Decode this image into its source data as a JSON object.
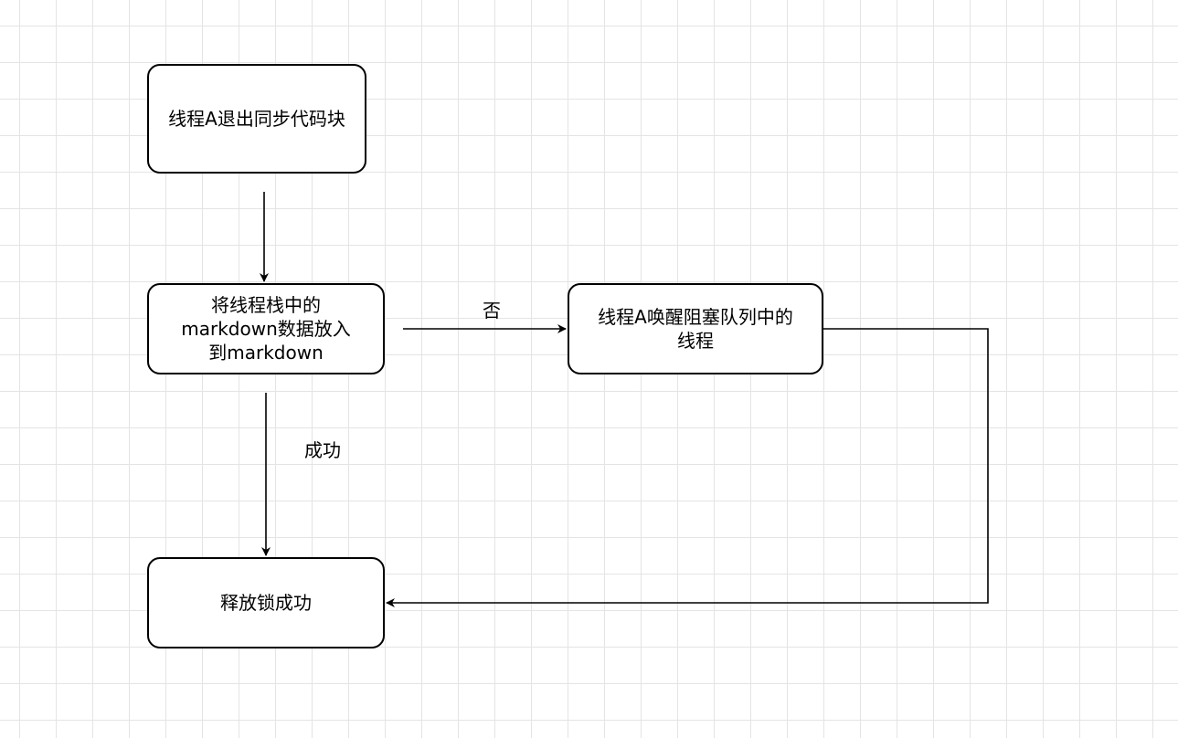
{
  "colors": {
    "stroke": "#000000",
    "grid": "#e4e4e4",
    "background": "#ffffff"
  },
  "nodes": {
    "exit_sync": "线程A退出同步代码块",
    "store_md": "将线程栈中的\nmarkdown数据放入\n到markdown",
    "wake_queue": "线程A唤醒阻塞队列中的\n线程",
    "release_ok": "释放锁成功"
  },
  "edges": {
    "no_label": "否",
    "success_label": "成功"
  }
}
